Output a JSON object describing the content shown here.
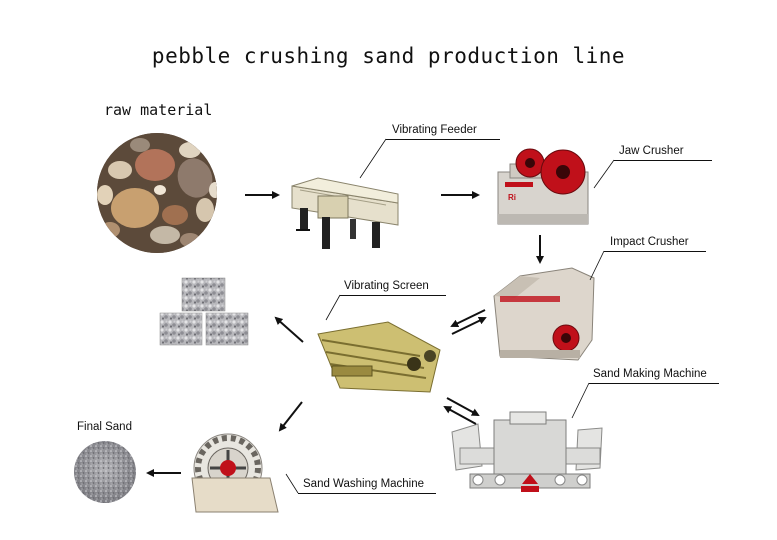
{
  "title": "pebble crushing sand production line",
  "raw_material_label": "raw material",
  "labels": {
    "vibrating_feeder": "Vibrating Feeder",
    "jaw_crusher": "Jaw Crusher",
    "impact_crusher": "Impact Crusher",
    "vibrating_screen": "Vibrating Screen",
    "sand_making_machine": "Sand Making Machine",
    "sand_washing_machine": "Sand Washing Machine",
    "final_sand": "Final Sand"
  },
  "machine_plate_text": {
    "jaw_crusher": "Ri"
  },
  "colors": {
    "machine_body": "#ddd6c8",
    "machine_cream": "#e8e0b8",
    "screen_yellow": "#cdbf72",
    "accent_red": "#c0101a",
    "pebble_brown": "#8a6a4a",
    "sand_gray": "#9a9a9e"
  }
}
